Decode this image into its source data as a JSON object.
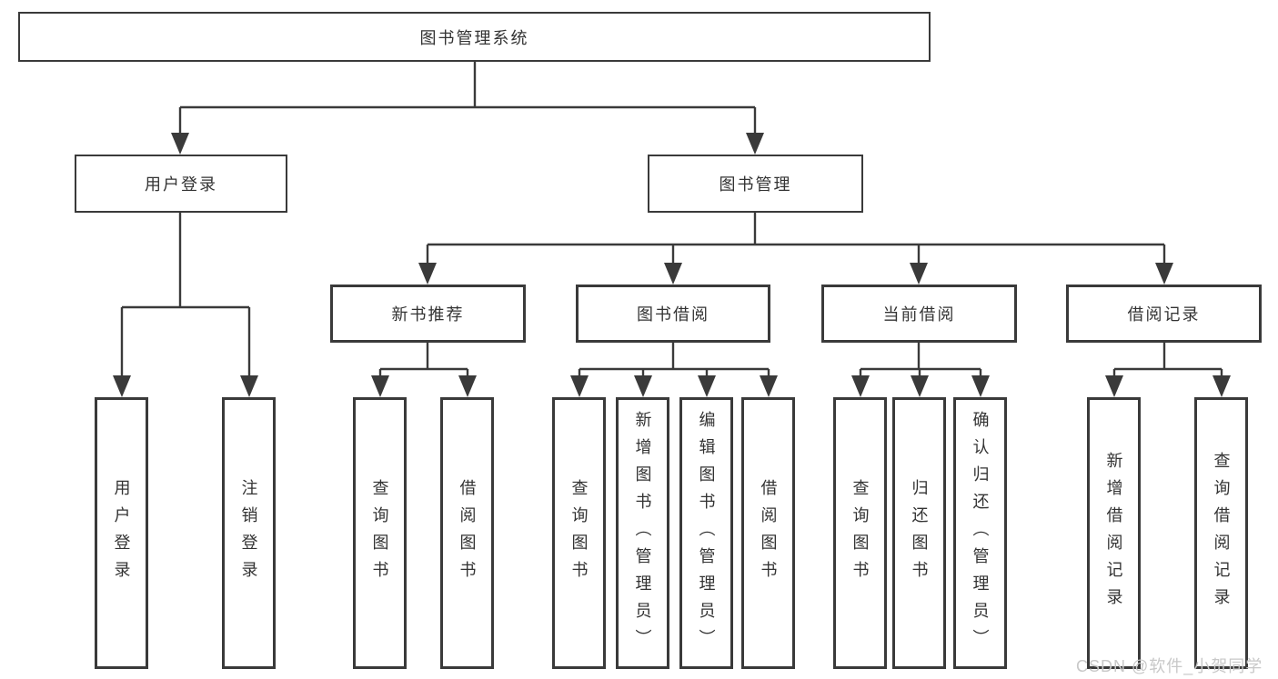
{
  "diagram": {
    "root": {
      "label": "图书管理系统"
    },
    "level2": [
      {
        "label": "用户登录"
      },
      {
        "label": "图书管理"
      }
    ],
    "level3": [
      {
        "label": "新书推荐",
        "parent": "图书管理"
      },
      {
        "label": "图书借阅",
        "parent": "图书管理"
      },
      {
        "label": "当前借阅",
        "parent": "图书管理"
      },
      {
        "label": "借阅记录",
        "parent": "图书管理"
      }
    ],
    "leaves": [
      {
        "label": "用户登录",
        "parent": "用户登录"
      },
      {
        "label": "注销登录",
        "parent": "用户登录"
      },
      {
        "label": "查询图书",
        "parent": "新书推荐"
      },
      {
        "label": "借阅图书",
        "parent": "新书推荐"
      },
      {
        "label": "查询图书",
        "parent": "图书借阅"
      },
      {
        "label": "新增图书（管理员）",
        "parent": "图书借阅"
      },
      {
        "label": "编辑图书（管理员）",
        "parent": "图书借阅"
      },
      {
        "label": "借阅图书",
        "parent": "图书借阅"
      },
      {
        "label": "查询图书",
        "parent": "当前借阅"
      },
      {
        "label": "归还图书",
        "parent": "当前借阅"
      },
      {
        "label": "确认归还（管理员）",
        "parent": "当前借阅"
      },
      {
        "label": "新增借阅记录",
        "parent": "借阅记录"
      },
      {
        "label": "查询借阅记录",
        "parent": "借阅记录"
      }
    ]
  },
  "watermark": {
    "text": "CSDN @软件_小贺同学"
  },
  "colors": {
    "line": "#3a3a3a",
    "text": "#333333",
    "background": "#ffffff",
    "watermark": "#c8c8c8"
  }
}
